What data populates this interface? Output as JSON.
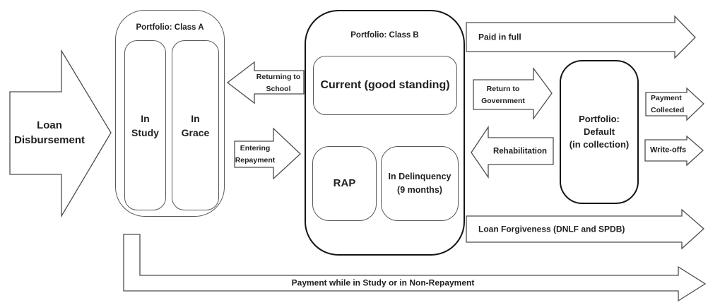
{
  "colors": {
    "background": "#ffffff",
    "thin_stroke": "#4d4d4d",
    "thick_stroke": "#141414",
    "text": "#1f1f1f"
  },
  "nodes": {
    "loan_disbursement": {
      "line1": "Loan",
      "line2": "Disbursement"
    },
    "class_a": {
      "title": "Portfolio: Class A",
      "in_study_line1": "In",
      "in_study_line2": "Study",
      "in_grace_line1": "In",
      "in_grace_line2": "Grace"
    },
    "class_b": {
      "title": "Portfolio: Class B",
      "current": "Current (good standing)",
      "rap": "RAP",
      "delinquency_line1": "In Delinquency",
      "delinquency_line2": "(9 months)"
    },
    "default_portfolio": {
      "line1": "Portfolio:",
      "line2": "Default",
      "line3": "(in collection)"
    }
  },
  "arrows": {
    "returning_to_school": {
      "line1": "Returning to",
      "line2": "School",
      "direction": "left"
    },
    "entering_repayment": {
      "line1": "Entering",
      "line2": "Repayment",
      "direction": "right"
    },
    "paid_in_full": {
      "label": "Paid in full",
      "direction": "right"
    },
    "return_to_government": {
      "line1": "Return to",
      "line2": "Government",
      "direction": "right"
    },
    "rehabilitation": {
      "label": "Rehabilitation",
      "direction": "left"
    },
    "payment_collected": {
      "line1": "Payment",
      "line2": "Collected",
      "direction": "right"
    },
    "write_offs": {
      "label": "Write-offs",
      "direction": "right"
    },
    "loan_forgiveness": {
      "label": "Loan Forgiveness (DNLF and SPDB)",
      "direction": "right"
    },
    "payment_while_in_study": {
      "label": "Payment while in Study or in Non-Repayment",
      "direction": "right"
    }
  }
}
